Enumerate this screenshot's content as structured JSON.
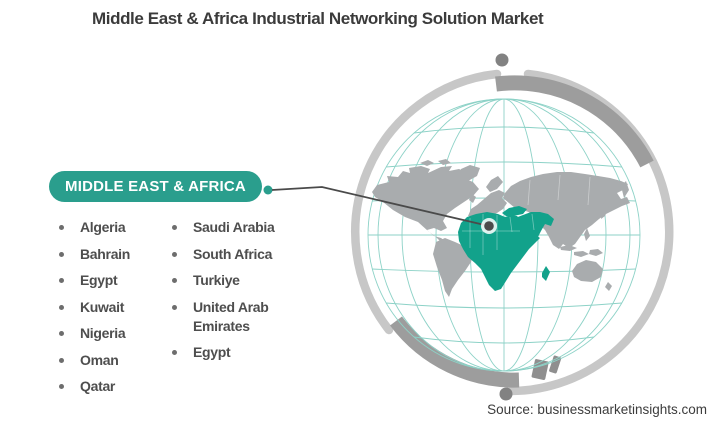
{
  "title": "Middle East & Africa Industrial Networking Solution Market",
  "region": {
    "label": "MIDDLE EAST & AFRICA"
  },
  "countries": {
    "col1": [
      "Algeria",
      "Bahrain",
      "Egypt",
      "Kuwait",
      "Nigeria",
      "Oman",
      "Qatar"
    ],
    "col2": [
      "Saudi Arabia",
      "South Africa",
      "Turkiye",
      "United Arab Emirates",
      "Egypt"
    ]
  },
  "source": "Source: businessmarketinsights.com",
  "globe": {
    "highlighted_region": "Middle East & Africa"
  },
  "colors": {
    "accent": "#2a9e8d",
    "map_highlight": "#12a28b",
    "map_land": "#a9acae",
    "graticule": "#8dd2c7",
    "ring_light": "#c7c7c7",
    "ring_dark": "#9d9d9d",
    "connector": "#4a4a4a",
    "title_text": "#3b3b3b",
    "list_text": "#4e4e4e",
    "source_text": "#3c3c3c"
  }
}
